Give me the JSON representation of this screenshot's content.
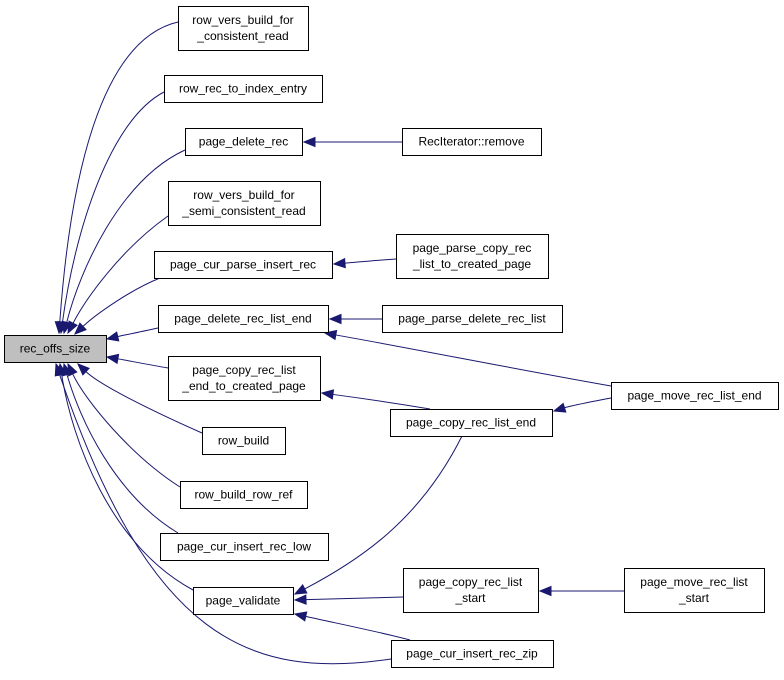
{
  "diagram": {
    "type": "call-graph",
    "edge_color": "#191970",
    "root_fill": "#bfbfbf",
    "nodes": {
      "rec_offs_size": {
        "lines": [
          "rec_offs_size"
        ],
        "root": true
      },
      "row_vers_build_for_consistent_read": {
        "lines": [
          "row_vers_build_for",
          "_consistent_read"
        ]
      },
      "row_rec_to_index_entry": {
        "lines": [
          "row_rec_to_index_entry"
        ]
      },
      "page_delete_rec": {
        "lines": [
          "page_delete_rec"
        ]
      },
      "RecIterator_remove": {
        "lines": [
          "RecIterator::remove"
        ]
      },
      "row_vers_build_for_semi_consistent_read": {
        "lines": [
          "row_vers_build_for",
          "_semi_consistent_read"
        ]
      },
      "page_cur_parse_insert_rec": {
        "lines": [
          "page_cur_parse_insert_rec"
        ]
      },
      "page_parse_copy_rec_list_to_created_page": {
        "lines": [
          "page_parse_copy_rec",
          "_list_to_created_page"
        ]
      },
      "page_delete_rec_list_end": {
        "lines": [
          "page_delete_rec_list_end"
        ]
      },
      "page_parse_delete_rec_list": {
        "lines": [
          "page_parse_delete_rec_list"
        ]
      },
      "page_copy_rec_list_end_to_created_page": {
        "lines": [
          "page_copy_rec_list",
          "_end_to_created_page"
        ]
      },
      "page_move_rec_list_end": {
        "lines": [
          "page_move_rec_list_end"
        ]
      },
      "page_copy_rec_list_end": {
        "lines": [
          "page_copy_rec_list_end"
        ]
      },
      "row_build": {
        "lines": [
          "row_build"
        ]
      },
      "row_build_row_ref": {
        "lines": [
          "row_build_row_ref"
        ]
      },
      "page_cur_insert_rec_low": {
        "lines": [
          "page_cur_insert_rec_low"
        ]
      },
      "page_copy_rec_list_start": {
        "lines": [
          "page_copy_rec_list",
          "_start"
        ]
      },
      "page_move_rec_list_start": {
        "lines": [
          "page_move_rec_list",
          "_start"
        ]
      },
      "page_validate": {
        "lines": [
          "page_validate"
        ]
      },
      "page_cur_insert_rec_zip": {
        "lines": [
          "page_cur_insert_rec_zip"
        ]
      }
    },
    "edges": [
      {
        "from": "row_vers_build_for_consistent_read",
        "to": "rec_offs_size"
      },
      {
        "from": "row_rec_to_index_entry",
        "to": "rec_offs_size"
      },
      {
        "from": "page_delete_rec",
        "to": "rec_offs_size"
      },
      {
        "from": "row_vers_build_for_semi_consistent_read",
        "to": "rec_offs_size"
      },
      {
        "from": "page_cur_parse_insert_rec",
        "to": "rec_offs_size"
      },
      {
        "from": "page_delete_rec_list_end",
        "to": "rec_offs_size"
      },
      {
        "from": "page_copy_rec_list_end_to_created_page",
        "to": "rec_offs_size"
      },
      {
        "from": "row_build",
        "to": "rec_offs_size"
      },
      {
        "from": "row_build_row_ref",
        "to": "rec_offs_size"
      },
      {
        "from": "page_cur_insert_rec_low",
        "to": "rec_offs_size"
      },
      {
        "from": "page_validate",
        "to": "rec_offs_size"
      },
      {
        "from": "page_cur_insert_rec_zip",
        "to": "rec_offs_size"
      },
      {
        "from": "RecIterator_remove",
        "to": "page_delete_rec"
      },
      {
        "from": "page_parse_copy_rec_list_to_created_page",
        "to": "page_cur_parse_insert_rec"
      },
      {
        "from": "page_parse_delete_rec_list",
        "to": "page_delete_rec_list_end"
      },
      {
        "from": "page_move_rec_list_end",
        "to": "page_delete_rec_list_end"
      },
      {
        "from": "page_copy_rec_list_end",
        "to": "page_copy_rec_list_end_to_created_page"
      },
      {
        "from": "page_move_rec_list_end",
        "to": "page_copy_rec_list_end"
      },
      {
        "from": "page_copy_rec_list_end",
        "to": "page_validate"
      },
      {
        "from": "page_copy_rec_list_start",
        "to": "page_validate"
      },
      {
        "from": "page_cur_insert_rec_zip",
        "to": "page_validate"
      },
      {
        "from": "page_move_rec_list_start",
        "to": "page_copy_rec_list_start"
      }
    ]
  }
}
